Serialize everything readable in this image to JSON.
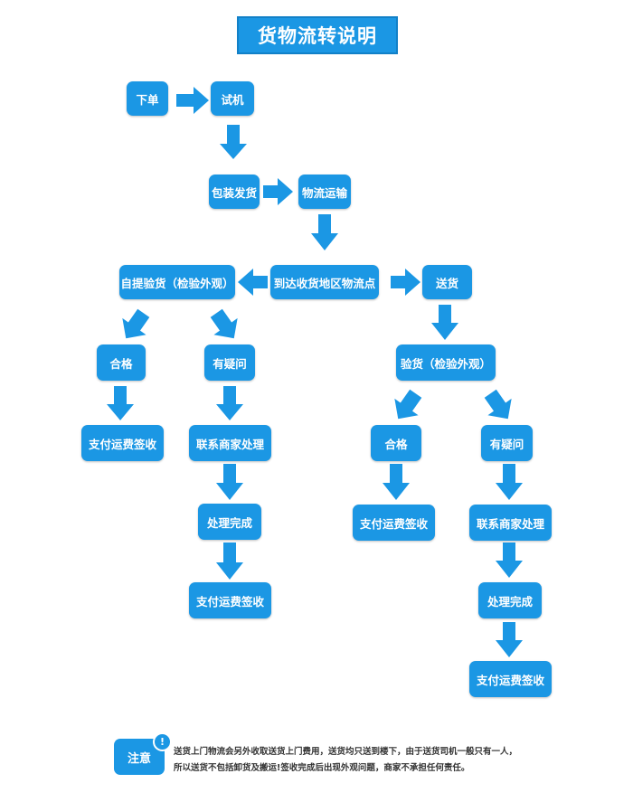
{
  "title": "货物流转说明",
  "nodes": {
    "order": "下单",
    "trial": "试机",
    "pack": "包装发货",
    "logistics": "物流运输",
    "arrive": "到达收货地区物流点",
    "self_pickup": "自提验货（检验外观）",
    "left_ok": "合格",
    "left_issue": "有疑问",
    "left_pay": "支付运费签收",
    "left_contact": "联系商家处理",
    "left_done": "处理完成",
    "left_pay2": "支付运费签收",
    "deliver": "送货",
    "inspect": "验货（检验外观）",
    "right_ok": "合格",
    "right_issue": "有疑问",
    "right_pay": "支付运费签收",
    "right_contact": "联系商家处理",
    "right_done": "处理完成",
    "right_pay2": "支付运费签收"
  },
  "note": {
    "label": "注意",
    "badge": "!",
    "line1": "送货上门物流会另外收取送货上门费用，送货均只送到楼下，由于送货司机一般只有一人，",
    "line2": "所以送货不包括卸货及搬运!签收完成后出现外观问题，商家不承担任何责任。"
  },
  "colors": {
    "node": "#1b97e4",
    "arrow": "#1b97e4"
  }
}
